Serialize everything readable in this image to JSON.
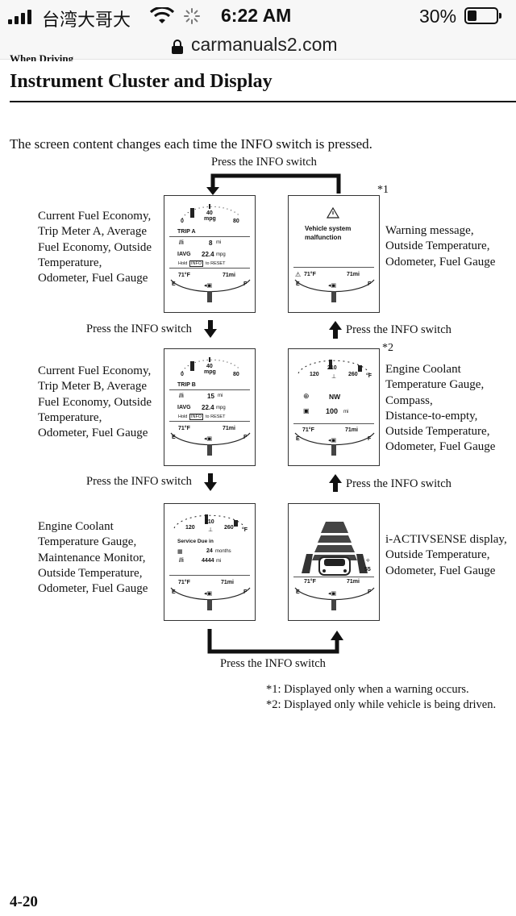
{
  "status_bar": {
    "carrier": "台湾大哥大",
    "time": "6:22 AM",
    "battery": "30%"
  },
  "browser": {
    "url": "carmanuals2.com"
  },
  "document": {
    "section": "When Driving",
    "title": "Instrument Cluster and Display",
    "intro": "The screen content changes each time the INFO switch is pressed.",
    "press_label": "Press the INFO switch",
    "page": "4-20",
    "markers": {
      "m1": "*1",
      "m2": "*2"
    },
    "footnotes": [
      "*1: Displayed only when a warning occurs.",
      "*2: Displayed only while vehicle is being driven."
    ]
  },
  "labels": {
    "trip_a": [
      "Current Fuel Economy,",
      "Trip Meter A, Average",
      "Fuel Economy, Outside",
      "Temperature,",
      "Odometer, Fuel Gauge"
    ],
    "trip_b": [
      "Current Fuel Economy,",
      "Trip Meter B, Average",
      "Fuel Economy, Outside",
      "Temperature,",
      "Odometer, Fuel Gauge"
    ],
    "maint": [
      "Engine Coolant",
      "Temperature Gauge,",
      "Maintenance Monitor,",
      "Outside Temperature,",
      "Odometer, Fuel Gauge"
    ],
    "warning": [
      "Warning message,",
      "Outside Temperature,",
      "Odometer, Fuel Gauge"
    ],
    "compass": [
      "Engine Coolant",
      "Temperature Gauge,",
      "Compass,",
      "Distance-to-empty,",
      "Outside Temperature,",
      "Odometer, Fuel Gauge"
    ],
    "iactiv": [
      "i-ACTIVSENSE display,",
      "Outside Temperature,",
      "Odometer, Fuel Gauge"
    ]
  },
  "screens": {
    "common": {
      "temp": "71°F",
      "odo": "71mi",
      "e": "E",
      "f": "F"
    },
    "fuel_gauge": {
      "min": "0",
      "mid": "40",
      "max": "80",
      "unit": "mpg"
    },
    "coolant_gauge": {
      "low": "120",
      "mid": "210",
      "high": "260",
      "unit": "°F"
    },
    "trip_a": {
      "name": "TRIP A",
      "dist": "8",
      "dist_unit": "mi",
      "avg_label": "IAVG",
      "avg": "22.4",
      "avg_unit": "mpg",
      "hold": "Hold",
      "info": "INFO",
      "reset": "to RESET"
    },
    "trip_b": {
      "name": "TRIP B",
      "dist": "15",
      "dist_unit": "mi",
      "avg_label": "IAVG",
      "avg": "22.4",
      "avg_unit": "mpg",
      "hold": "Hold",
      "info": "INFO",
      "reset": "to RESET"
    },
    "warning": {
      "line1": "Vehicle system",
      "line2": "malfunction"
    },
    "compass": {
      "heading": "NW",
      "range": "100",
      "range_unit": "mi"
    },
    "maint": {
      "title": "Service Due in",
      "months": "24",
      "months_unit": "months",
      "miles": "4444",
      "miles_unit": "mi"
    },
    "iactiv": {
      "speed": "55"
    }
  }
}
